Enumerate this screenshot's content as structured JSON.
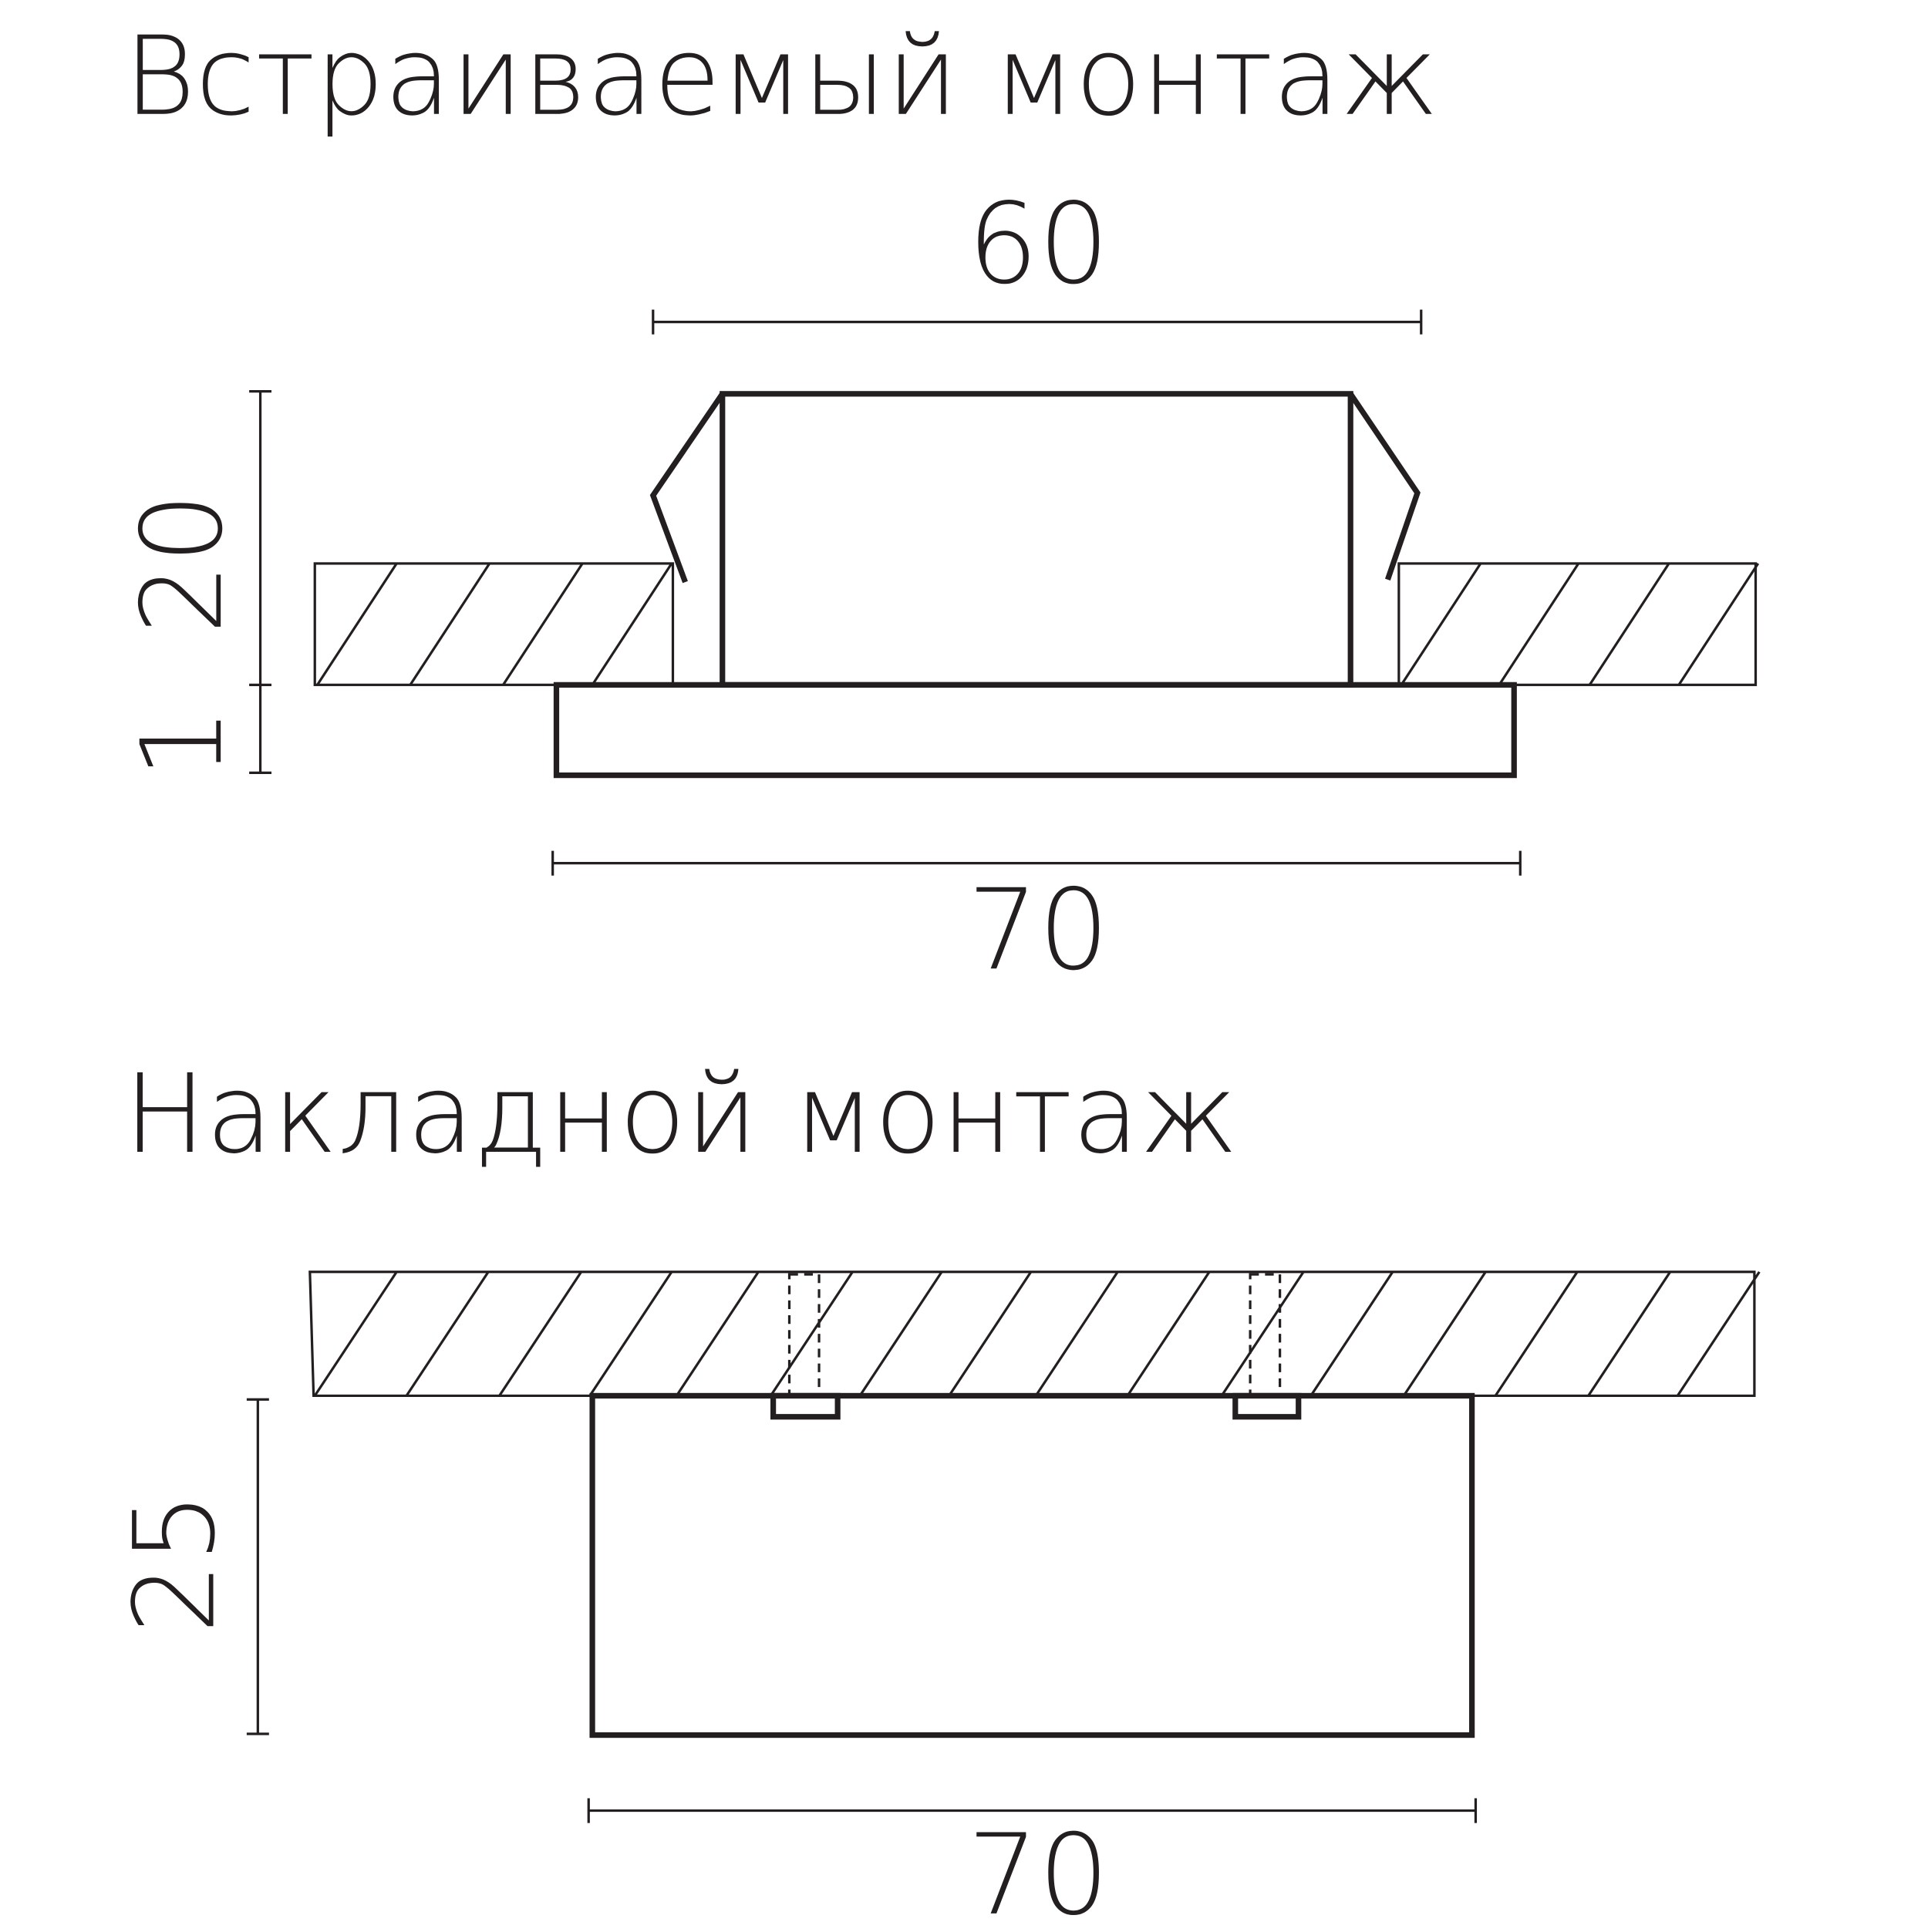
{
  "recessed": {
    "title": "Встраиваемый  монтаж",
    "dim_top": "60",
    "dim_height": "20",
    "dim_flange": "1",
    "dim_bottom": "70"
  },
  "surface": {
    "title": "Накладной  монтаж",
    "dim_height": "25",
    "dim_bottom": "70"
  },
  "colors": {
    "line": "#231f20",
    "background": "#ffffff"
  }
}
